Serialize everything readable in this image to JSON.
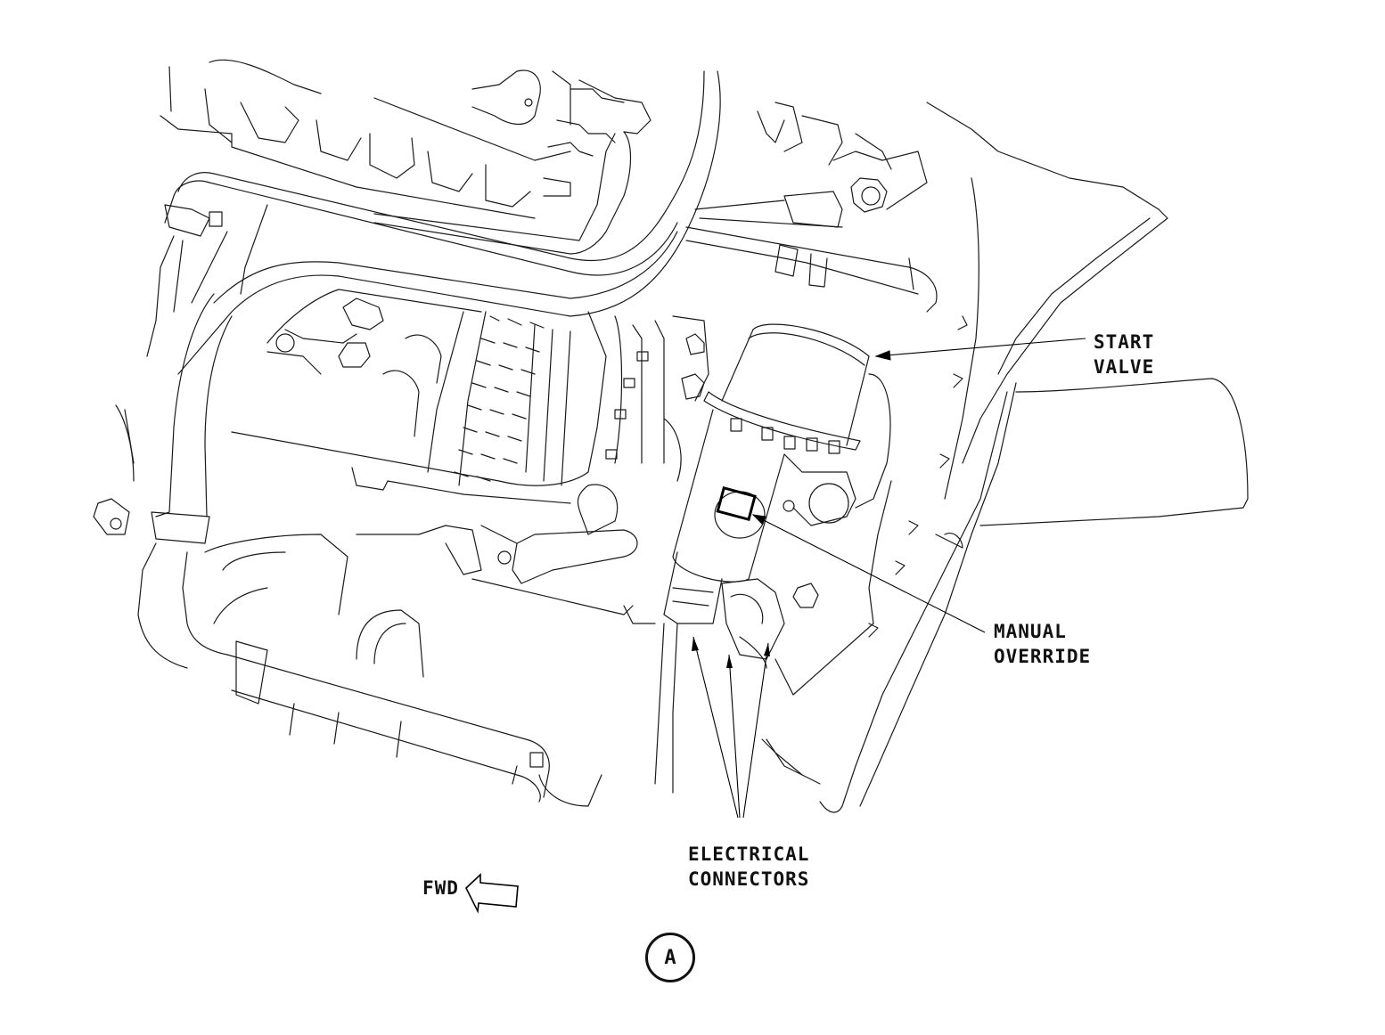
{
  "labels": {
    "start_valve": [
      "START",
      "VALVE"
    ],
    "manual_override": [
      "MANUAL",
      "OVERRIDE"
    ],
    "electrical_connectors": [
      "ELECTRICAL",
      "CONNECTORS"
    ],
    "fwd": "FWD"
  },
  "view_callout": "A",
  "line_color": "#1a1a1a",
  "background": "#ffffff"
}
